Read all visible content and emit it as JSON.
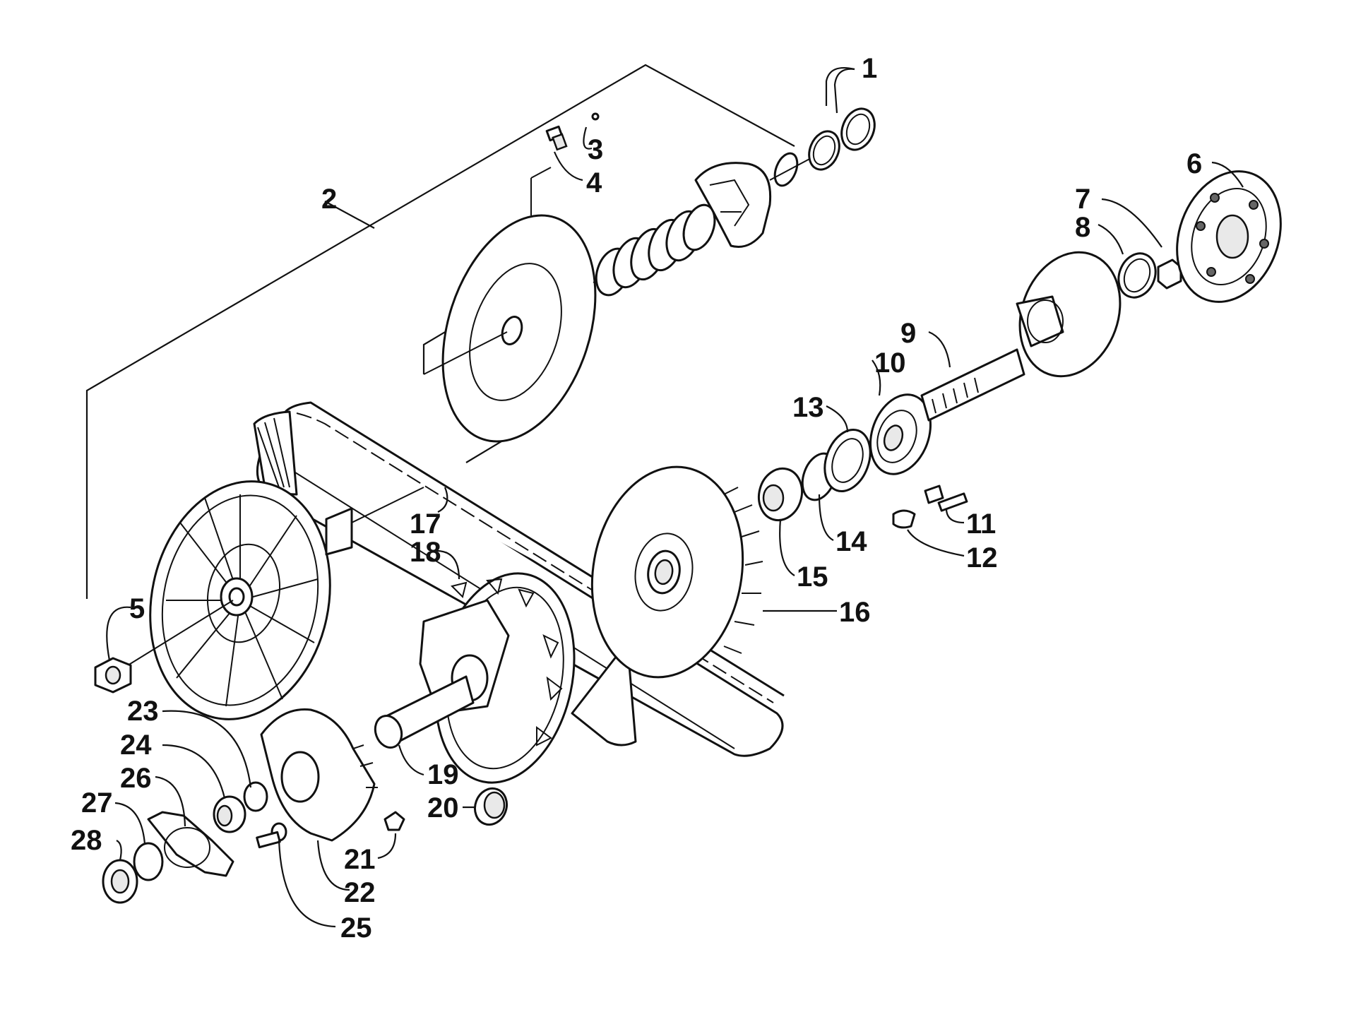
{
  "callouts": [
    {
      "id": "c1",
      "label": "1"
    },
    {
      "id": "c2",
      "label": "2"
    },
    {
      "id": "c3",
      "label": "3"
    },
    {
      "id": "c4",
      "label": "4"
    },
    {
      "id": "c5",
      "label": "5"
    },
    {
      "id": "c6",
      "label": "6"
    },
    {
      "id": "c7",
      "label": "7"
    },
    {
      "id": "c8",
      "label": "8"
    },
    {
      "id": "c9",
      "label": "9"
    },
    {
      "id": "c10",
      "label": "10"
    },
    {
      "id": "c11",
      "label": "11"
    },
    {
      "id": "c12",
      "label": "12"
    },
    {
      "id": "c13",
      "label": "13"
    },
    {
      "id": "c14",
      "label": "14"
    },
    {
      "id": "c15",
      "label": "15"
    },
    {
      "id": "c16",
      "label": "16"
    },
    {
      "id": "c17",
      "label": "17"
    },
    {
      "id": "c18",
      "label": "18"
    },
    {
      "id": "c19",
      "label": "19"
    },
    {
      "id": "c20",
      "label": "20"
    },
    {
      "id": "c21",
      "label": "21"
    },
    {
      "id": "c22",
      "label": "22"
    },
    {
      "id": "c23",
      "label": "23"
    },
    {
      "id": "c24",
      "label": "24"
    },
    {
      "id": "c25",
      "label": "25"
    },
    {
      "id": "c26",
      "label": "26"
    },
    {
      "id": "c27",
      "label": "27"
    },
    {
      "id": "c28",
      "label": "28"
    }
  ],
  "colors": {
    "ink": "#111111",
    "paper": "#ffffff"
  }
}
